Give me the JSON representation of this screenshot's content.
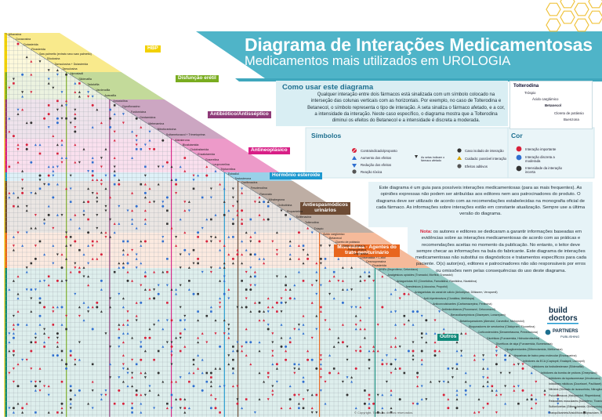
{
  "header": {
    "title": "Diagrama de Interações Medicamentosas",
    "subtitle": "Medicamentos mais utilizados em UROLOGIA"
  },
  "howto": {
    "title": "Como usar este diagrama",
    "text": "Qualquer interação entre dois fármacos está sinalizada com um símbolo colocado na interseção das colunas verticais com as horizontais. Por exemplo, no caso de Tolterodina e Betanecol, o símbolo representa o tipo de interação. A seta sinaliza o fármaco afetado, e a cor, a intensidade da interação. Neste caso específico, o diagrama mostra que a Tolterodina diminui os efeitos do Betanecol e a intensidade é discreta a moderada."
  },
  "mini_example": {
    "title": "Tolterodina",
    "labels": [
      "Tróspio",
      "Ácido carglúmico",
      "Betanecol",
      "Cloreto de potássio",
      "Buenzona"
    ]
  },
  "symbols": {
    "title": "Símbolos",
    "items": [
      {
        "label": "Contraindicado/proposto",
        "icon": "circle-slash-icon"
      },
      {
        "label": "Aumento dos efeitos",
        "icon": "arrow-up-icon"
      },
      {
        "label": "As setas indicam o fármaco afetado",
        "icon": "arrow-note-icon"
      },
      {
        "label": "Redução dos efeitos",
        "icon": "arrow-down-icon"
      },
      {
        "label": "Reação tóxica",
        "icon": "skull-icon"
      },
      {
        "label": "Caso isolado de interação",
        "icon": "bomb-icon"
      },
      {
        "label": "Cuidado: possível interação",
        "icon": "warning-icon"
      },
      {
        "label": "Efeitos aditivos",
        "icon": "plus-gear-icon"
      }
    ]
  },
  "colors": {
    "title": "Cor",
    "items": [
      {
        "label": "Interação importante",
        "color": "#d8203a"
      },
      {
        "label": "Interação discreta a moderada",
        "color": "#2f6fd0"
      },
      {
        "label": "Intensidade da interação incerta",
        "color": "#333333"
      }
    ]
  },
  "info": {
    "text": "Este diagrama é um guia para possíveis interações medicamentosas (para as mais frequentes). As opiniões expressas não podem ser atribuídas aos editores nem aos patrocinadores do produto. O diagrama deve ser utilizado de acordo com as recomendações estabelecidas na monografia oficial de cada fármaco. As informações sobre interações estão em constante atualização. Sempre use a última versão do diagrama.",
    "nota_label": "Nota:",
    "nota_text": "os autores e editores se dedicaram a garantir informações baseadas em evidências sobre as interações medicamentosas de acordo com as práticas e recomendações aceitas no momento da publicação. No entanto, o leitor deve sempre checar as informações na bula do fabricante. Este diagrama de interações medicamentosas não substitui os diagnósticos e tratamentos específicos para cada paciente. O(s) autor(es), editores e patrocinadores não são responsáveis por erros ou omissões nem pelas consequências do uso deste diagrama."
  },
  "logos": {
    "brand_line1": "build",
    "brand_line2": "doctors",
    "partner": "PARTNERS",
    "partner_sub": "PUBLISHING"
  },
  "categories": [
    {
      "label": "HBP",
      "color": "#f2d100"
    },
    {
      "label": "Disfunção erétil",
      "color": "#79ac1f"
    },
    {
      "label": "Antibiótico/Antisséptico",
      "color": "#8e3a78"
    },
    {
      "label": "Antineoplásico",
      "color": "#d81f86"
    },
    {
      "label": "Hormônio esteroide",
      "color": "#1d98cf"
    },
    {
      "label": "Antiespasmódicos urinários",
      "color": "#6e4c35"
    },
    {
      "label": "Miscelânea - Agentes do trato geniturinário",
      "color": "#e8661e"
    },
    {
      "label": "Outros",
      "color": "#128a7b"
    }
  ],
  "drugs": {
    "hbp": [
      "Alfuzosina",
      "Doxazosina",
      "Dutasterida",
      "Finasterida",
      "Saw palmetto (extrato seco saw palmetto)",
      "Silodosina",
      "Tamsulosina + Dutasterida",
      "Tansulosina"
    ],
    "de": [
      "Alprostadil",
      "Sildenafila",
      "Tadalafila",
      "Vardenafila",
      "Avanafila"
    ],
    "abx": [
      "Amoxicilina",
      "Ciprofloxacino",
      "Fosfomicina",
      "Gentamicina",
      "Metenamina",
      "Nitrofurantoína",
      "Sulfametoxazol + Trimetoprima"
    ],
    "neo": [
      "Abiraterona",
      "Bicalutamida",
      "Ciclofosfamida",
      "Enzalutamida",
      "Goserelina",
      "Leuprorrelina",
      "Triptorrelina"
    ],
    "hormone": [
      "Estradiol",
      "Testosterona"
    ],
    "antispasm": [
      "Darifenacina",
      "Fesoterodina",
      "Flavoxato",
      "Mirabegrona",
      "Oxibutinina",
      "Propantelina",
      "Solifenacina",
      "Tolterodina",
      "Tróspio"
    ],
    "misc": [
      "Ácido carglúmico",
      "Betanecol",
      "Cloreto de potássio",
      "Citrato de potássio",
      "Fenazopiridina",
      "Imipramina",
      "Lixisenatida + L-xilol",
      "Desmopressina",
      "Finasterida"
    ],
    "others": [
      "AINEs (Ibuprofeno, Cetorolaco)",
      "Analgésicos opioides (Tramadol, Morfina, Tramadol)",
      "Antagonistas H2 (Cimetidina, Famotidina, Ranitidina, Nizatidina)",
      "Anestésicos (Lidocaína, Propofol)",
      "Antagonistas do canal de cálcio (Anlodipina, Diltiazem, Verapamil)",
      "Anti-hipertensivos (Clonidina, Metildopa)",
      "Anticonvulsivantes (Carbamazepina, Fenitoína)",
      "Antimicrobianos (Fluconazol, Cetoconazol)",
      "Benzodiazepínicos (Diazepam, Lorazepam)",
      "Betabloqueadores (Atenolol, Carvedilol, Metoprolol)",
      "Bloqueadores de serotonina (Citalopram, Fluoxetina)",
      "Corticosteroides (Dexametasona, Prednisolona)",
      "Diuréticos (Furosemida, Hidroclorotiazida)",
      "Diuréticos de alça (Furosemida, Bumetanida)",
      "Hipoglicemiantes (Glibenclamida, Metformina)",
      "Heparinas de baixo peso molecular (Enoxaparina)",
      "Inibidores da ECA (Captopril, Enalapril, Lisinopril)",
      "Inibidores da fosfodiesterase (Sildenafila)",
      "Inibidores da bomba de prótons (Omeprazol)",
      "Inibidores da topoisomerase (Irinotecano)",
      "Inibidores mitóticos (Docetaxel, Paclitaxel)",
      "Nitratos (Dinitrato de isossorbida, Nitroglicerina)",
      "Psicofármacos (Haloperidol, Risperidona)",
      "Relaxantes musculares (Baclofeno, Tizanidina)",
      "Sulfoniluréias (Glibenclamida, Glimepirida)",
      "Tranquilizantes/Ansiolíticos (Alprazolam, Buspirona)"
    ]
  },
  "footer": "© Copyright. Todos os direitos reservados."
}
